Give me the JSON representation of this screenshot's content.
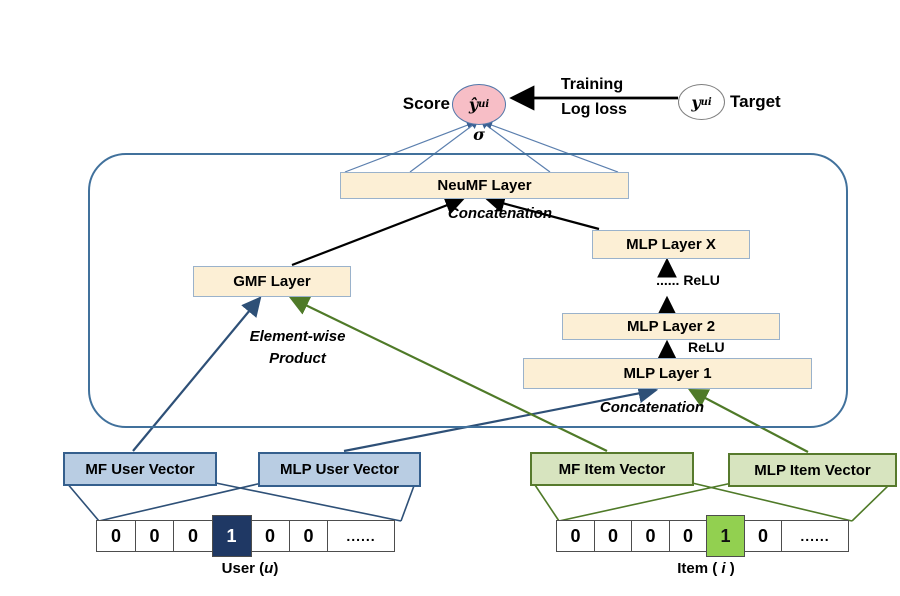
{
  "figure": {
    "title": "Neural Matrix Factorization (NeuMF) architecture diagram"
  },
  "colors": {
    "layer_box_fill": "#FCEFD5",
    "layer_box_border": "#9AB2CB",
    "user_box_fill": "#B9CDE3",
    "user_box_border": "#355F8D",
    "item_box_fill": "#D7E4BF",
    "item_box_border": "#577A2D",
    "score_circle_fill": "#F7BEC6",
    "container_border": "#41719C",
    "user_hot_cell": "#1F3864",
    "item_hot_cell": "#92D050",
    "blue_arrow": "#2E5077",
    "green_arrow": "#4F7A28",
    "black_arrow": "#000000"
  },
  "top": {
    "score_label": "Score",
    "score_symbol": {
      "base": "ŷ",
      "sub": "ui"
    },
    "sigma": "σ",
    "training": "Training",
    "log_loss": "Log loss",
    "target_symbol": {
      "base": "y",
      "sub": "ui"
    },
    "target_label": "Target"
  },
  "layers": {
    "neumf": "NeuMF Layer",
    "concat_top": "Concatenation",
    "gmf": "GMF Layer",
    "elementwise_line1": "Element-wise",
    "elementwise_line2": "Product",
    "mlp_x": "MLP Layer X",
    "dots_relu": "...... ReLU",
    "mlp_2": "MLP Layer 2",
    "relu": "ReLU",
    "mlp_1": "MLP Layer 1",
    "concat_bottom": "Concatenation"
  },
  "embeddings": {
    "mf_user": "MF User Vector",
    "mlp_user": "MLP User Vector",
    "mf_item": "MF Item Vector",
    "mlp_item": "MLP Item Vector"
  },
  "user_input": {
    "cells": [
      "0",
      "0",
      "0",
      "1",
      "0",
      "0",
      "......"
    ],
    "hot_index": 3,
    "label_prefix": "User (",
    "label_var": "u",
    "label_suffix": ")"
  },
  "item_input": {
    "cells": [
      "0",
      "0",
      "0",
      "0",
      "1",
      "0",
      "......"
    ],
    "hot_index": 4,
    "label_prefix": "Item ( ",
    "label_var": "i",
    "label_suffix": " )"
  }
}
